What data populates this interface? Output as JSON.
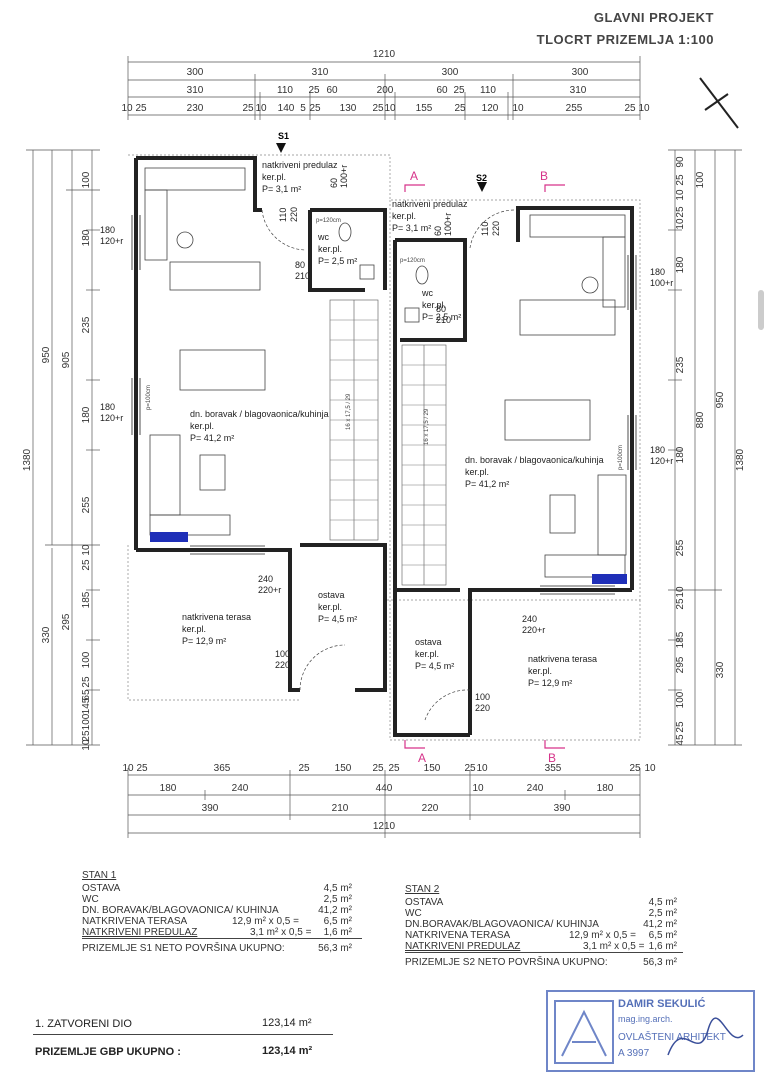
{
  "header": {
    "line1": "GLAVNI PROJEKT",
    "line2": "TLOCRT PRIZEMLJA 1:100"
  },
  "dimensions": {
    "top_total": "1210",
    "top_row2": [
      "300",
      "310",
      "300",
      "300"
    ],
    "top_row3": [
      "310",
      "110",
      "25",
      "60",
      "200",
      "60",
      "25",
      "110",
      "310"
    ],
    "top_row4": [
      "10",
      "25",
      "230",
      "25",
      "10",
      "140",
      "5",
      "25",
      "130",
      "25",
      "10",
      "155",
      "25",
      "120",
      "10",
      "255",
      "25",
      "10"
    ],
    "left_total": "1380",
    "left_950": "950",
    "left_905": "905",
    "left_330": "330",
    "left_295": "295",
    "left_segments": [
      "100",
      "180",
      "235",
      "180",
      "255",
      "10",
      "25",
      "185",
      "100",
      "25",
      "145",
      "65",
      "100",
      "25",
      "10"
    ],
    "right_total": "1380",
    "right_950": "950",
    "right_880": "880",
    "right_330": "330",
    "right_295": "295",
    "right_segments": [
      "90",
      "25",
      "10",
      "100",
      "25",
      "10",
      "180",
      "235",
      "180",
      "255",
      "10",
      "25",
      "185",
      "100",
      "25",
      "45"
    ],
    "bottom_row1": [
      "10",
      "25",
      "365",
      "25",
      "150",
      "25",
      "25",
      "150",
      "25",
      "10",
      "355",
      "25",
      "10"
    ],
    "bottom_row2": [
      "180",
      "240",
      "440",
      "10",
      "240",
      "180"
    ],
    "bottom_row3": [
      "390",
      "210",
      "220",
      "390"
    ],
    "bottom_total": "1210"
  },
  "labels": {
    "s1": "S1",
    "s2": "S2",
    "sec_a": "A",
    "sec_b": "B",
    "predulaz_1": [
      "natkriveni predulaz",
      "ker.pl.",
      "P= 3,1 m²"
    ],
    "predulaz_2": [
      "natkriveni predulaz",
      "ker.pl.",
      "P= 3,1 m²"
    ],
    "wc_1": [
      "wc",
      "ker.pl.",
      "P= 2,5 m²"
    ],
    "wc_2": [
      "wc",
      "ker.pl.",
      "P= 2,5 m²"
    ],
    "boravak_1": [
      "dn. boravak / blagovaonica/kuhinja",
      "ker.pl.",
      "P= 41,2 m²"
    ],
    "boravak_2": [
      "dn. boravak / blagovaonica/kuhinja",
      "ker.pl.",
      "P= 41,2 m²"
    ],
    "ostava_1": [
      "ostava",
      "ker.pl.",
      "P= 4,5 m²"
    ],
    "ostava_2": [
      "ostava",
      "ker.pl.",
      "P= 4,5 m²"
    ],
    "terasa_1": [
      "natkrivena terasa",
      "ker.pl.",
      "P= 12,9 m²"
    ],
    "terasa_2": [
      "natkrivena terasa",
      "ker.pl.",
      "P= 12,9 m²"
    ],
    "win_180_120": [
      "180",
      "120+r"
    ],
    "win_180_100": [
      "180",
      "100+r"
    ],
    "door_110_220": [
      "110",
      "220"
    ],
    "door_80_210": [
      "80",
      "210"
    ],
    "door_60_100": [
      "60",
      "100+r"
    ],
    "door_240_220": [
      "240",
      "220+r"
    ],
    "door_100_220": [
      "100",
      "220"
    ],
    "p120": "p=120cm",
    "p100": "p=100cm",
    "stair": "16 x 17,5 / 29"
  },
  "stan1": {
    "title": "STAN 1",
    "rows": [
      {
        "name": "OSTAVA",
        "calc": "",
        "val": "4,5 m²"
      },
      {
        "name": "WC",
        "calc": "",
        "val": "2,5 m²"
      },
      {
        "name": "DN. BORAVAK/BLAGOVAONICA/ KUHINJA",
        "calc": "",
        "val": "41,2 m²"
      },
      {
        "name": "NATKRIVENA TERASA",
        "calc": "12,9 m² x 0,5 =",
        "val": "6,5 m²"
      },
      {
        "name": "NATKRIVENI PREDULAZ",
        "calc": "3,1 m² x 0,5 =",
        "val": "1,6 m²"
      }
    ],
    "total_label": "PRIZEMLJE S1 NETO POVRŠINA UKUPNO:",
    "total_val": "56,3 m²"
  },
  "stan2": {
    "title": "STAN 2",
    "rows": [
      {
        "name": "OSTAVA",
        "calc": "",
        "val": "4,5 m²"
      },
      {
        "name": "WC",
        "calc": "",
        "val": "2,5 m²"
      },
      {
        "name": "DN.BORAVAK/BLAGOVAONICA/ KUHINJA",
        "calc": "",
        "val": "41,2 m²"
      },
      {
        "name": "NATKRIVENA TERASA",
        "calc": "12,9 m² x 0,5 =",
        "val": "6,5 m²"
      },
      {
        "name": "NATKRIVENI PREDULAZ",
        "calc": "3,1 m² x 0,5 =",
        "val": "1,6 m²"
      }
    ],
    "total_label": "PRIZEMLJE S2 NETO POVRŠINA UKUPNO:",
    "total_val": "56,3 m²"
  },
  "totals": {
    "zatvoreni_label": "1. ZATVORENI DIO",
    "zatvoreni_val": "123,14 m²",
    "gbp_label": "PRIZEMLJE GBP UKUPNO :",
    "gbp_val": "123,14 m²"
  },
  "stamp": {
    "name": "DAMIR SEKULIĆ",
    "title": "mag.ing.arch.",
    "role": "OVLAŠTENI ARHITEKT",
    "number": "A 3997"
  },
  "colors": {
    "line": "#222222",
    "dim": "#555555",
    "accent": "#d6338a",
    "heater": "#1f2fb8",
    "stamp": "#6f86c8"
  }
}
